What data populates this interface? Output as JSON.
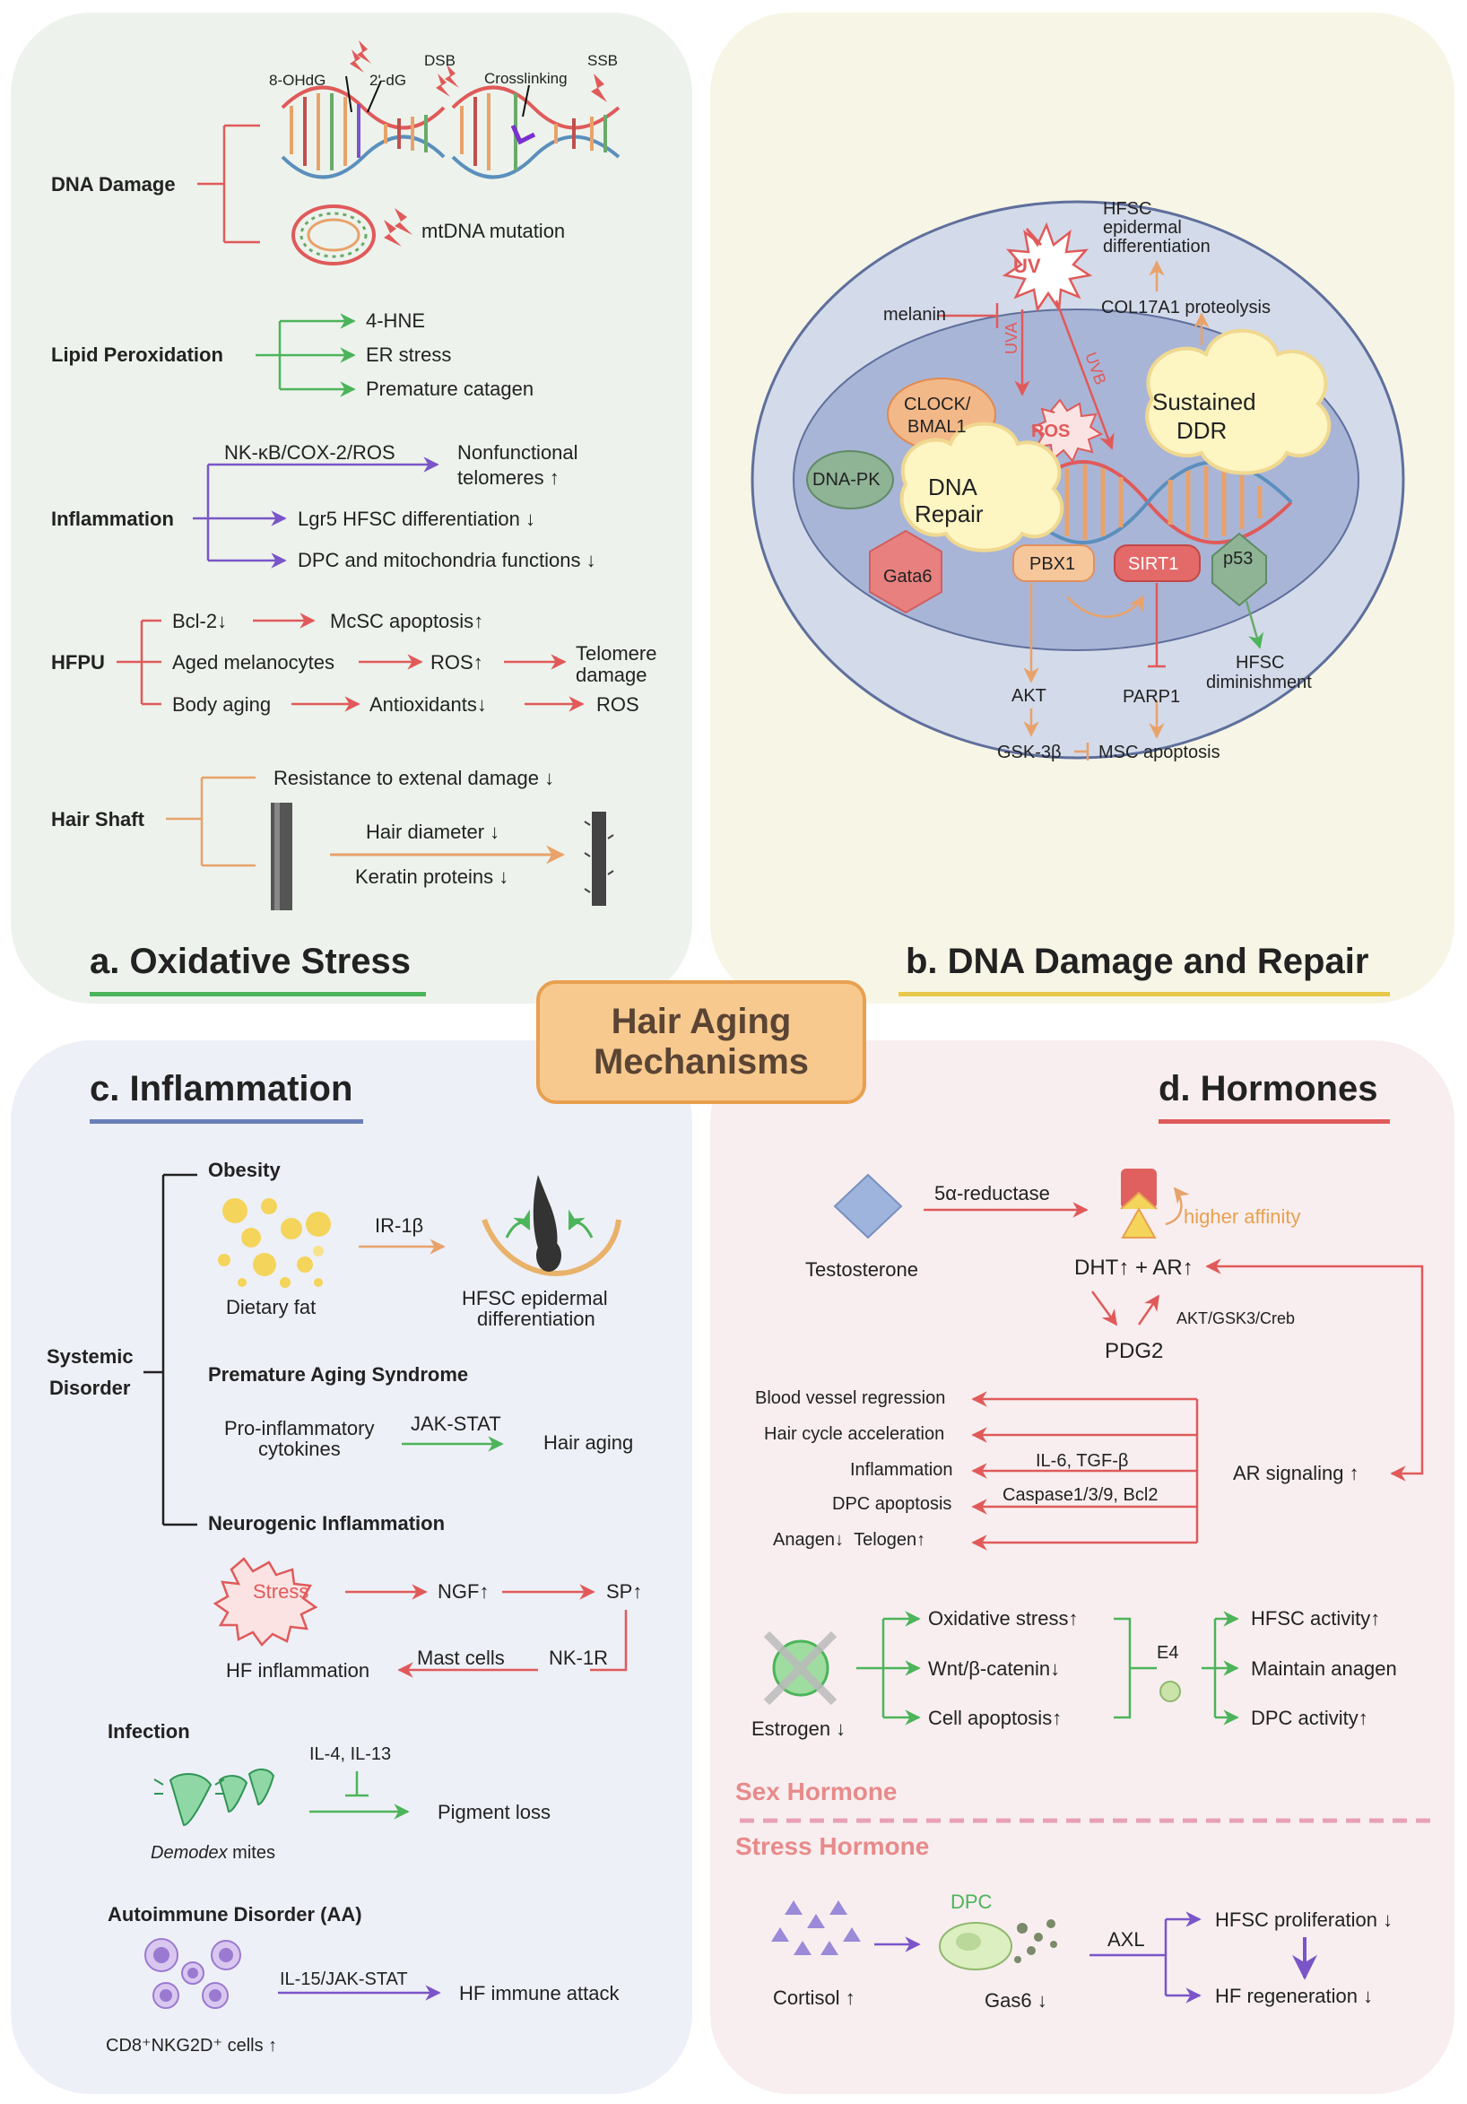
{
  "center": {
    "title_line1": "Hair Aging",
    "title_line2": "Mechanisms"
  },
  "panel_a": {
    "title": "a. Oxidative Stress",
    "dna_damage": {
      "label": "DNA Damage",
      "ohdg": "8-OHdG",
      "dg": "2'-dG",
      "dsb": "DSB",
      "crosslinking": "Crosslinking",
      "ssb": "SSB",
      "mtdna": "mtDNA mutation"
    },
    "lipid": {
      "label": "Lipid Peroxidation",
      "items": [
        "4-HNE",
        "ER stress",
        "Premature catagen"
      ]
    },
    "inflammation": {
      "label": "Inflammation",
      "path": "NK-κB/COX-2/ROS",
      "item1_line1": "Nonfunctional",
      "item1_line2": "telomeres",
      "item2": "Lgr5 HFSC differentiation",
      "item3": "DPC and mitochondria functions"
    },
    "hfpu": {
      "label": "HFPU",
      "bcl2": "Bcl-2",
      "mcsc": "McSC apoptosis",
      "aged": "Aged melanocytes",
      "ros1": "ROS",
      "telomere_line1": "Telomere",
      "telomere_line2": "damage",
      "body": "Body aging",
      "antiox": "Antioxidants",
      "ros2": "ROS"
    },
    "shaft": {
      "label": "Hair Shaft",
      "resistance": "Resistance to extenal damage",
      "diameter": "Hair diameter",
      "keratin": "Keratin proteins"
    }
  },
  "panel_b": {
    "title": "b. DNA Damage and Repair",
    "hfsc_diff": [
      "HFSC",
      "epidermal",
      "differentiation"
    ],
    "uv": "UV",
    "melanin": "melanin",
    "col17": "COL17A1 proteolysis",
    "uva": "UVA",
    "uvb": "UVB",
    "clock": [
      "CLOCK/",
      "BMAL1"
    ],
    "ros": "ROS",
    "sustained": [
      "Sustained",
      "DDR"
    ],
    "dnapk": "DNA-PK",
    "repair": [
      "DNA",
      "Repair"
    ],
    "gata6": "Gata6",
    "pbx1": "PBX1",
    "sirt1": "SIRT1",
    "p53": "p53",
    "akt": "AKT",
    "parp1": "PARP1",
    "hfsc_dim": [
      "HFSC",
      "diminishment"
    ],
    "gsk": "GSK-3β",
    "msc": "MSC apoptosis"
  },
  "panel_c": {
    "title": "c. Inflammation",
    "systemic": [
      "Systemic",
      "Disorder"
    ],
    "obesity": "Obesity",
    "dietary": "Dietary fat",
    "ir": "IR-1β",
    "hfsc": [
      "HFSC epidermal",
      "differentiation"
    ],
    "premature": "Premature Aging Syndrome",
    "proinf": [
      "Pro-inflammatory",
      "cytokines"
    ],
    "jak": "JAK-STAT",
    "hair_aging": "Hair aging",
    "neuro": "Neurogenic Inflammation",
    "stress": "Stress",
    "ngf": "NGF",
    "sp": "SP",
    "nk1r": "NK-1R",
    "mast": "Mast cells",
    "hfinf": "HF inflammation",
    "infection": "Infection",
    "il4": "IL-4, IL-13",
    "pigment": "Pigment loss",
    "demodex_italic": "Demodex",
    "demodex_rest": " mites",
    "autoimmune": "Autoimmune Disorder (AA)",
    "il15": "IL-15/JAK-STAT",
    "hf_immune": "HF immune attack",
    "cd8": "CD8⁺NKG2D⁺ cells"
  },
  "panel_d": {
    "title": "d. Hormones",
    "reductase": "5α-reductase",
    "higher": "higher affinity",
    "testosterone": "Testosterone",
    "dht": "DHT",
    "ar": "+ AR",
    "akt_gsk": "AKT/GSK3/Creb",
    "pdg2": "PDG2",
    "effects": [
      "Blood vessel regression",
      "Hair cycle acceleration",
      "Inflammation",
      "DPC apoptosis"
    ],
    "anagen": "Anagen",
    "telogen": "Telogen",
    "il6": "IL-6, TGF-β",
    "caspase": "Caspase1/3/9, Bcl2",
    "ar_signal": "AR signaling",
    "estrogen": "Estrogen",
    "est_items": [
      "Oxidative stress",
      "Wnt/β-catenin",
      "Cell apoptosis"
    ],
    "e4": "E4",
    "e4_items": [
      "HFSC activity",
      "Maintain anagen",
      "DPC activity"
    ],
    "sex": "Sex Hormone",
    "stress_h": "Stress Hormone",
    "dpc": "DPC",
    "axl": "AXL",
    "cortisol": "Cortisol",
    "gas6": "Gas6",
    "hfsc_prolif": "HFSC proliferation",
    "hf_regen": "HF regeneration"
  },
  "colors": {
    "red": "#e05a5a",
    "green": "#4cb45a",
    "purple": "#7a55c8",
    "orange": "#e8a26a",
    "blue": "#6a7fb8"
  }
}
